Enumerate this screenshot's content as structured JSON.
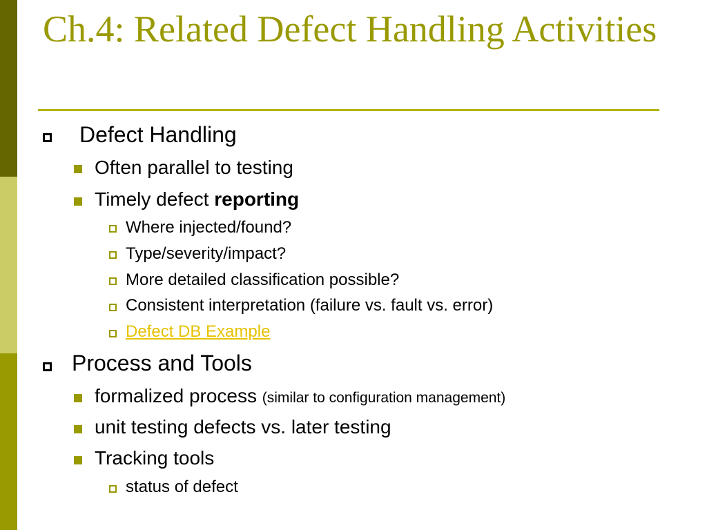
{
  "slide": {
    "title": "Ch.4: Related Defect Handling Activities",
    "bullets": {
      "defect_handling": {
        "label": "Defect Handling",
        "items": {
          "often_parallel": "Often parallel to testing",
          "timely_prefix": "Timely defect ",
          "timely_bold": "reporting",
          "sub": {
            "where": "Where injected/found?",
            "type": "Type/severity/impact?",
            "more": "More detailed classification possible?",
            "consistent": "Consistent interpretation (failure vs. fault vs. error)",
            "example_link": "Defect DB Example"
          }
        }
      },
      "process_tools": {
        "label": "Process and Tools",
        "items": {
          "formalized_main": "formalized process ",
          "formalized_note": "(similar to configuration management)",
          "unit_testing": "unit testing defects vs. later testing",
          "tracking": "Tracking tools",
          "sub": {
            "status": "status of defect"
          }
        }
      }
    }
  },
  "colors": {
    "title": "#999900",
    "sidebar_top": "#666600",
    "sidebar_middle": "#cccc66",
    "sidebar_bottom": "#999900",
    "bullet_accent": "#999900",
    "link": "#e6c200"
  }
}
